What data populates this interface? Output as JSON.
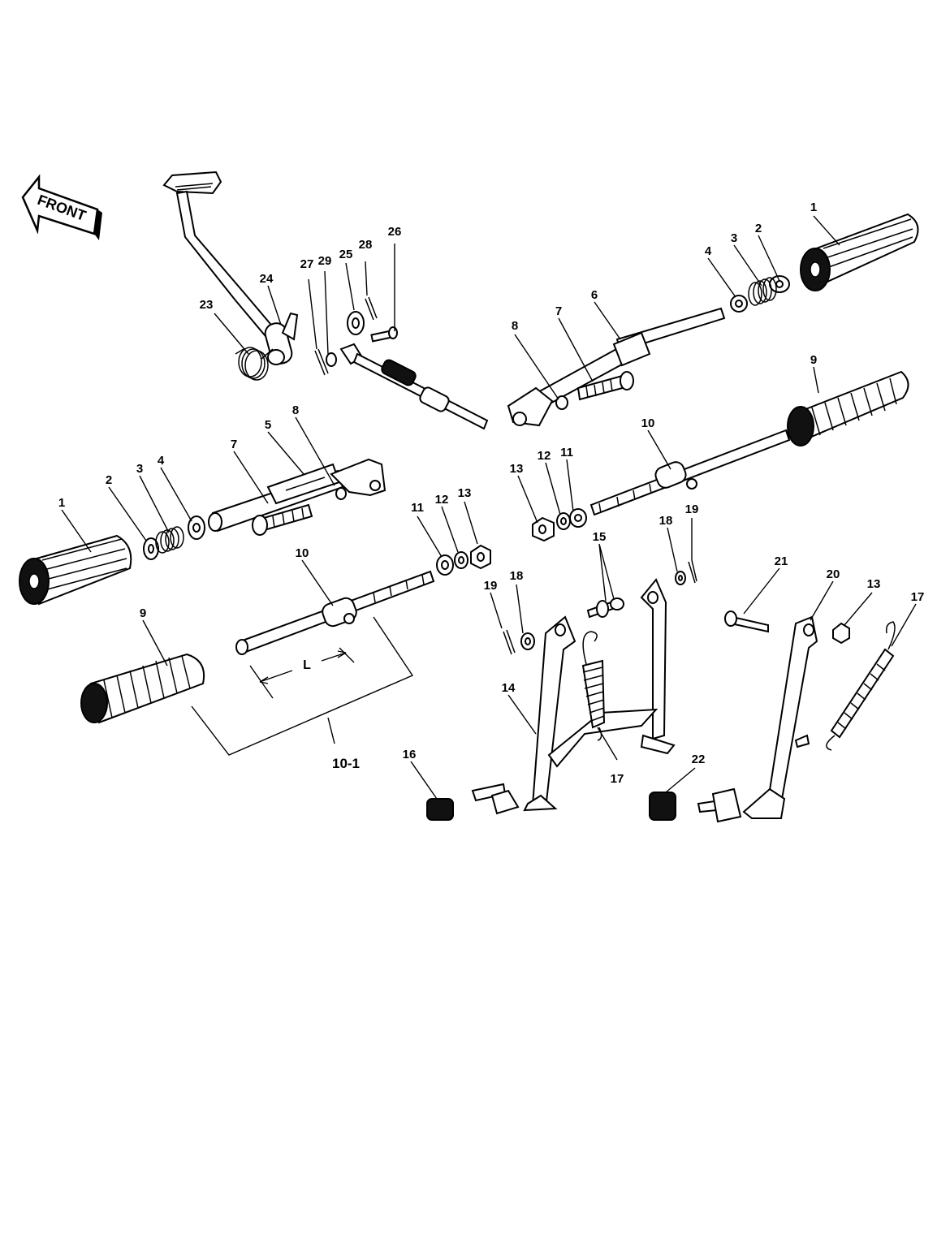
{
  "front_arrow": {
    "text": "FRONT"
  },
  "dimension_label": "L",
  "assembly_label": "10-1",
  "callouts": [
    {
      "id": "c1a",
      "text": "1"
    },
    {
      "id": "c2a",
      "text": "2"
    },
    {
      "id": "c3a",
      "text": "3"
    },
    {
      "id": "c4a",
      "text": "4"
    },
    {
      "id": "c6",
      "text": "6"
    },
    {
      "id": "c7a",
      "text": "7"
    },
    {
      "id": "c8a",
      "text": "8"
    },
    {
      "id": "c9a",
      "text": "9"
    },
    {
      "id": "c10a",
      "text": "10"
    },
    {
      "id": "c11a",
      "text": "11"
    },
    {
      "id": "c12a",
      "text": "12"
    },
    {
      "id": "c13a",
      "text": "13"
    },
    {
      "id": "c18a",
      "text": "18"
    },
    {
      "id": "c19a",
      "text": "19"
    },
    {
      "id": "c15",
      "text": "15"
    },
    {
      "id": "c21",
      "text": "21"
    },
    {
      "id": "c20",
      "text": "20"
    },
    {
      "id": "c13c",
      "text": "13"
    },
    {
      "id": "c17a",
      "text": "17"
    },
    {
      "id": "c23",
      "text": "23"
    },
    {
      "id": "c24",
      "text": "24"
    },
    {
      "id": "c27",
      "text": "27"
    },
    {
      "id": "c29",
      "text": "29"
    },
    {
      "id": "c25",
      "text": "25"
    },
    {
      "id": "c28",
      "text": "28"
    },
    {
      "id": "c26",
      "text": "26"
    },
    {
      "id": "c1b",
      "text": "1"
    },
    {
      "id": "c2b",
      "text": "2"
    },
    {
      "id": "c3b",
      "text": "3"
    },
    {
      "id": "c4b",
      "text": "4"
    },
    {
      "id": "c7b",
      "text": "7"
    },
    {
      "id": "c5",
      "text": "5"
    },
    {
      "id": "c8b",
      "text": "8"
    },
    {
      "id": "c10b",
      "text": "10"
    },
    {
      "id": "c11b",
      "text": "11"
    },
    {
      "id": "c12b",
      "text": "12"
    },
    {
      "id": "c13b",
      "text": "13"
    },
    {
      "id": "c9b",
      "text": "9"
    },
    {
      "id": "c19b",
      "text": "19"
    },
    {
      "id": "c18b",
      "text": "18"
    },
    {
      "id": "c14",
      "text": "14"
    },
    {
      "id": "c17b",
      "text": "17"
    },
    {
      "id": "c16",
      "text": "16"
    },
    {
      "id": "c22",
      "text": "22"
    }
  ]
}
